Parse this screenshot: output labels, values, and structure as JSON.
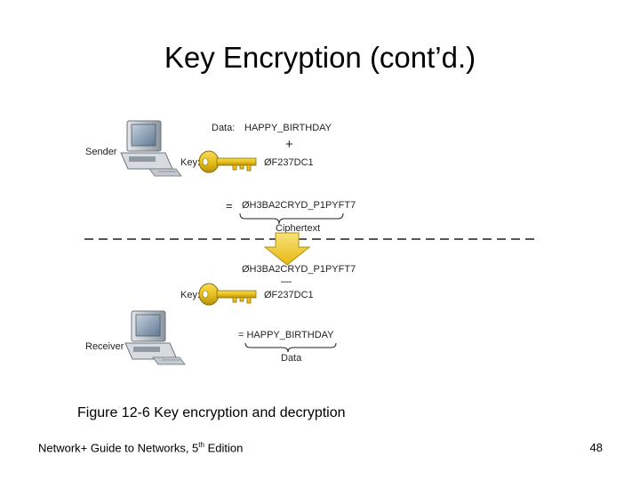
{
  "slide": {
    "title": "Key Encryption (cont’d.)",
    "caption": "Figure 12-6 Key encryption and decryption",
    "footer_text": "Network+ Guide to Networks, 5",
    "footer_sup": "th",
    "footer_suffix": " Edition",
    "page_number": "48"
  },
  "diagram": {
    "sender_label": "Sender",
    "receiver_label": "Receiver",
    "data_label": "Data:",
    "data_value": "HAPPY_BIRTHDAY",
    "plus_sign": "+",
    "key_label": "Key:",
    "key_value": "ØF237DC1",
    "equals_sign": "=",
    "ciphertext_value": "ØH3BA2CRYD_P1PYFT7",
    "ciphertext_label": "Ciphertext",
    "minus_sign": "—",
    "receiver_key_label": "Key:",
    "receiver_key_value": "ØF237DC1",
    "result_value": "= HAPPY_BIRTHDAY",
    "result_label": "Data",
    "colors": {
      "key_gold": "#e8c21c",
      "arrow_gold": "#f2cb1d",
      "computer_gray": "#9aa4ad",
      "screen_blue": "#6f8aa6"
    },
    "icons": [
      "computer-icon",
      "key-icon",
      "down-arrow-icon"
    ]
  }
}
